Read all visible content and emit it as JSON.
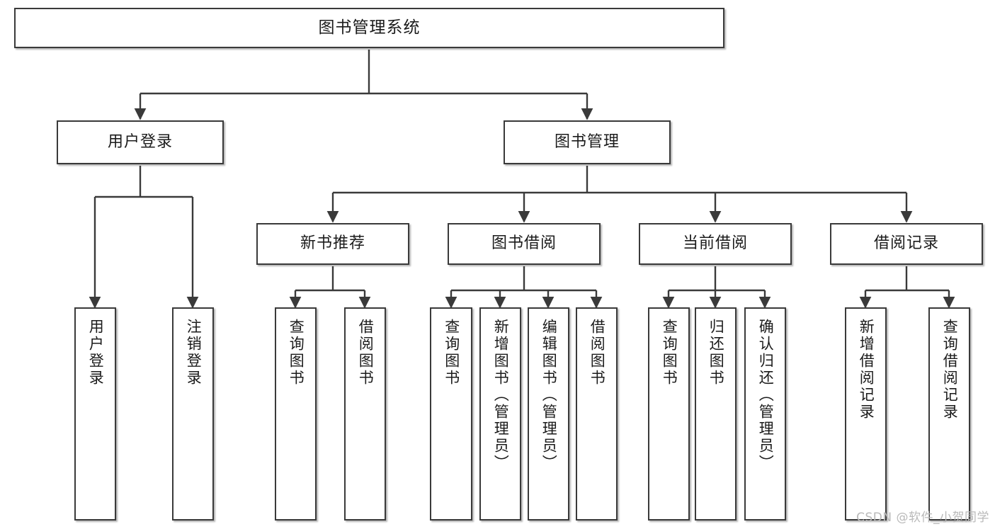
{
  "diagram": {
    "title": "图书管理系统",
    "watermark": "CSDN @软件_小贺同学",
    "style": {
      "border_color": "#3a3a3a",
      "text_color": "#1b1b1b",
      "background": "#ffffff",
      "watermark_color": "#b9b9b9"
    },
    "levels": {
      "level1": [
        {
          "id": "root",
          "label": "图书管理系统"
        }
      ],
      "level2": [
        {
          "id": "user-login",
          "label": "用户登录"
        },
        {
          "id": "book-manage",
          "label": "图书管理"
        }
      ],
      "level3": [
        {
          "id": "new-book-recommend",
          "label": "新书推荐",
          "parent": "book-manage"
        },
        {
          "id": "book-borrow",
          "label": "图书借阅",
          "parent": "book-manage"
        },
        {
          "id": "current-borrow",
          "label": "当前借阅",
          "parent": "book-manage"
        },
        {
          "id": "borrow-record",
          "label": "借阅记录",
          "parent": "book-manage"
        }
      ],
      "leaves": [
        {
          "id": "leaf-user-login",
          "label": "用户登录",
          "parent": "user-login"
        },
        {
          "id": "leaf-logout-login",
          "label": "注销登录",
          "parent": "user-login"
        },
        {
          "id": "leaf-query-book-1",
          "label": "查询图书",
          "parent": "new-book-recommend"
        },
        {
          "id": "leaf-borrow-book-1",
          "label": "借阅图书",
          "parent": "new-book-recommend"
        },
        {
          "id": "leaf-query-book-2",
          "label": "查询图书",
          "parent": "book-borrow"
        },
        {
          "id": "leaf-add-book",
          "label": "新增图书（管理员）",
          "parent": "book-borrow"
        },
        {
          "id": "leaf-edit-book",
          "label": "编辑图书（管理员）",
          "parent": "book-borrow"
        },
        {
          "id": "leaf-borrow-book-2",
          "label": "借阅图书",
          "parent": "book-borrow"
        },
        {
          "id": "leaf-query-book-3",
          "label": "查询图书",
          "parent": "current-borrow"
        },
        {
          "id": "leaf-return-book",
          "label": "归还图书",
          "parent": "current-borrow"
        },
        {
          "id": "leaf-confirm-return",
          "label": "确认归还（管理员）",
          "parent": "current-borrow"
        },
        {
          "id": "leaf-add-record",
          "label": "新增借阅记录",
          "parent": "borrow-record"
        },
        {
          "id": "leaf-query-record",
          "label": "查询借阅记录",
          "parent": "borrow-record"
        }
      ]
    }
  }
}
